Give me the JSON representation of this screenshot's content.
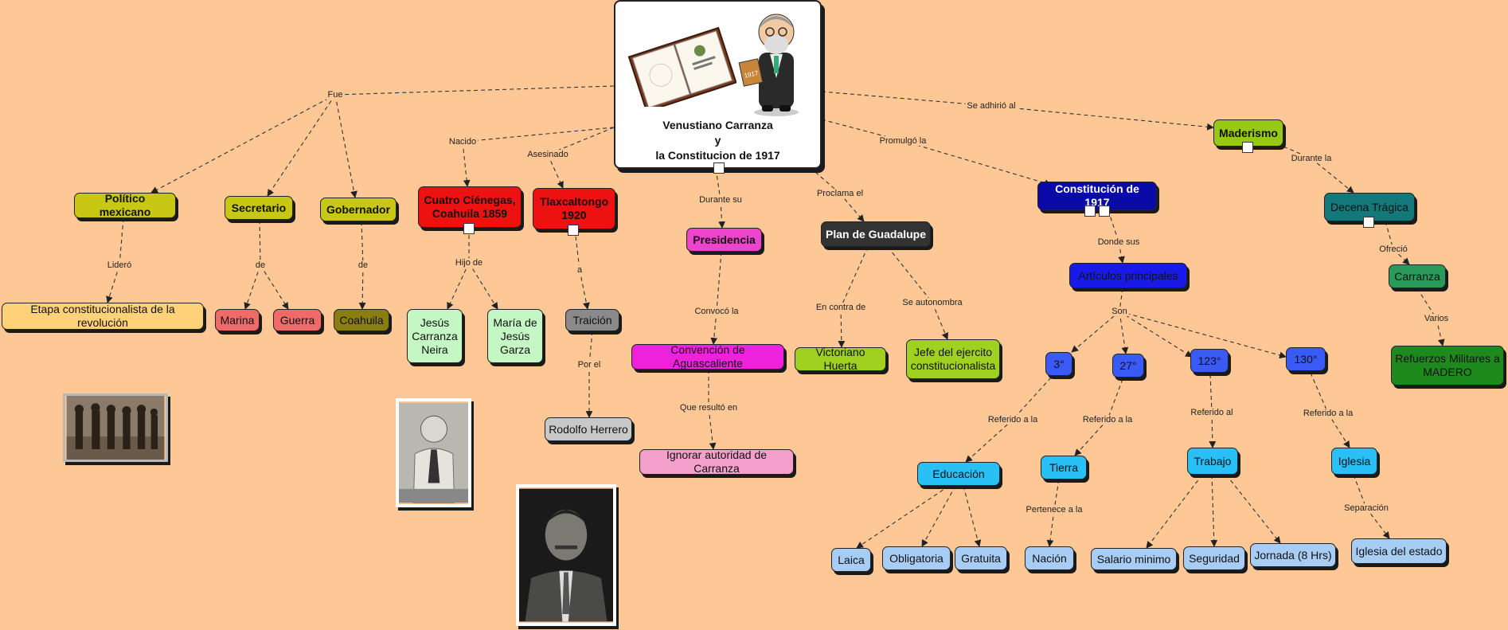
{
  "center": {
    "title_lines": [
      "Venustiano Carranza",
      "y",
      "la Constitucion de 1917"
    ],
    "book_text": "1917"
  },
  "nodes": [
    {
      "id": "politico",
      "text": "Político mexicano",
      "bg": "#c8c814",
      "bold": true
    },
    {
      "id": "secretario",
      "text": "Secretario",
      "bg": "#c8c814",
      "bold": true
    },
    {
      "id": "gobernador",
      "text": "Gobernador",
      "bg": "#c8c814",
      "bold": true
    },
    {
      "id": "etapa",
      "text": "Etapa constitucionalista de la revolución",
      "bg": "#ffd27a"
    },
    {
      "id": "marina",
      "text": "Marina",
      "bg": "#f06a6a"
    },
    {
      "id": "guerra",
      "text": "Guerra",
      "bg": "#f06a6a"
    },
    {
      "id": "coahuila",
      "text": "Coahuila",
      "bg": "#8a7d12"
    },
    {
      "id": "cienegas",
      "text": "Cuatro Ciénegas, Coahuila 1859",
      "bg": "#ee1111",
      "bold": true,
      "doc": true
    },
    {
      "id": "tlaxcalt",
      "text": "Tlaxcaltongo 1920",
      "bg": "#ee1111",
      "bold": true,
      "doc": true
    },
    {
      "id": "jesus",
      "text": "Jesús Carranza Neira",
      "bg": "#c4f7c4"
    },
    {
      "id": "maria",
      "text": "María de Jesús Garza",
      "bg": "#c4f7c4"
    },
    {
      "id": "traicion",
      "text": "Traición",
      "bg": "#8a8a8a"
    },
    {
      "id": "rodolfo",
      "text": "Rodolfo Herrero",
      "bg": "#c8c8c8"
    },
    {
      "id": "presidencia",
      "text": "Presidencia",
      "bg": "#ee44cc",
      "bold": true
    },
    {
      "id": "convencion",
      "text": "Convención de Aguascaliente",
      "bg": "#ee22dd"
    },
    {
      "id": "ignorar",
      "text": "Ignorar autoridad de Carranza",
      "bg": "#f4a0cc"
    },
    {
      "id": "plan",
      "text": "Plan de Guadalupe",
      "bg": "#333333",
      "bold": true,
      "white": true
    },
    {
      "id": "victoriano",
      "text": "Victoriano Huerta",
      "bg": "#a0d020"
    },
    {
      "id": "jefe",
      "text": "Jefe del ejercito constitucionalista",
      "bg": "#a0d020"
    },
    {
      "id": "constitucion",
      "text": "Constitución de 1917",
      "bg": "#0a0aa8",
      "bold": true,
      "white": true,
      "doc2": true
    },
    {
      "id": "articulos",
      "text": "Artículos principales",
      "bg": "#1a1ae8"
    },
    {
      "id": "art3",
      "text": "3°",
      "bg": "#3a5af5"
    },
    {
      "id": "art27",
      "text": "27°",
      "bg": "#3a5af5"
    },
    {
      "id": "art123",
      "text": "123°",
      "bg": "#3a5af5"
    },
    {
      "id": "art130",
      "text": "130°",
      "bg": "#3a5af5"
    },
    {
      "id": "educacion",
      "text": "Educación",
      "bg": "#28c0f5"
    },
    {
      "id": "tierra",
      "text": "Tierra",
      "bg": "#28c0f5"
    },
    {
      "id": "trabajo",
      "text": "Trabajo",
      "bg": "#28c0f5"
    },
    {
      "id": "iglesia",
      "text": "Iglesia",
      "bg": "#28c0f5"
    },
    {
      "id": "laica",
      "text": "Laica",
      "bg": "#a8cdf5"
    },
    {
      "id": "obligatoria",
      "text": "Obligatoria",
      "bg": "#a8cdf5"
    },
    {
      "id": "gratuita",
      "text": "Gratuita",
      "bg": "#a8cdf5"
    },
    {
      "id": "nacion",
      "text": "Nación",
      "bg": "#a8cdf5"
    },
    {
      "id": "salario",
      "text": "Salario minimo",
      "bg": "#a8cdf5"
    },
    {
      "id": "seguridad",
      "text": "Seguridad",
      "bg": "#a8cdf5"
    },
    {
      "id": "jornada",
      "text": "Jornada (8 Hrs)",
      "bg": "#a8cdf5"
    },
    {
      "id": "iglesiaestado",
      "text": "Iglesia del estado",
      "bg": "#a8cdf5"
    },
    {
      "id": "maderismo",
      "text": "Maderismo",
      "bg": "#96c814",
      "bold": true,
      "doc": true
    },
    {
      "id": "decena",
      "text": "Decena Trágica",
      "bg": "#12787a",
      "doc": true
    },
    {
      "id": "carranza",
      "text": "Carranza",
      "bg": "#2a9a5a"
    },
    {
      "id": "refuerzos",
      "text": "Refuerzos Militares a MADERO",
      "bg": "#1e8a1e"
    }
  ],
  "labels": [
    {
      "id": "fue",
      "text": "Fue"
    },
    {
      "id": "nacido",
      "text": "Nacido"
    },
    {
      "id": "asesinado",
      "text": "Asesinado"
    },
    {
      "id": "duranteSu",
      "text": "Durante su"
    },
    {
      "id": "proclama",
      "text": "Proclama el"
    },
    {
      "id": "promulgo",
      "text": "Promulgó la"
    },
    {
      "id": "adhirio",
      "text": "Se adhirió al"
    },
    {
      "id": "lidero",
      "text": "Lideró"
    },
    {
      "id": "de1",
      "text": "de"
    },
    {
      "id": "de2",
      "text": "de"
    },
    {
      "id": "hijo",
      "text": "Hijo de"
    },
    {
      "id": "a",
      "text": "a"
    },
    {
      "id": "porel",
      "text": "Por el"
    },
    {
      "id": "convoco",
      "text": "Convocó la"
    },
    {
      "id": "resulto",
      "text": "Que resultó en"
    },
    {
      "id": "encontra",
      "text": "En contra de"
    },
    {
      "id": "autonombra",
      "text": "Se autonombra"
    },
    {
      "id": "dondesus",
      "text": "Donde sus"
    },
    {
      "id": "son",
      "text": "Son"
    },
    {
      "id": "ref3",
      "text": "Referido a la"
    },
    {
      "id": "ref27",
      "text": "Referido a la"
    },
    {
      "id": "ref123",
      "text": "Referido al"
    },
    {
      "id": "ref130",
      "text": "Referido a la"
    },
    {
      "id": "pertenece",
      "text": "Pertenece a la"
    },
    {
      "id": "separacion",
      "text": "Separación"
    },
    {
      "id": "durantela",
      "text": "Durante la"
    },
    {
      "id": "ofrecio",
      "text": "Ofreció"
    },
    {
      "id": "varios",
      "text": "Varios"
    }
  ]
}
